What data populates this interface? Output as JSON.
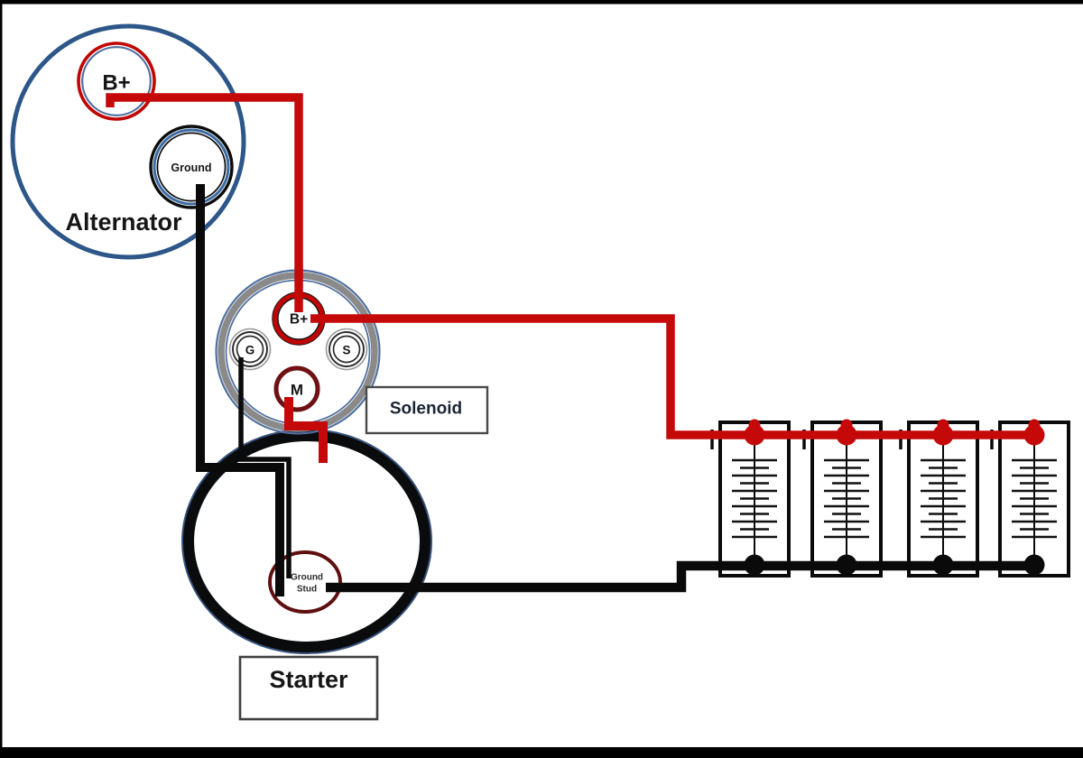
{
  "colors": {
    "wire_positive": "#c50808",
    "wire_ground": "#0a0a0a",
    "terminal_red": "#c00505",
    "terminal_maroon": "#6f1113",
    "ground_stud_maroon": "#5f0f10",
    "alternator_blue": "#2d5689",
    "accent_blue": "#51709f",
    "solenoid_gray": "#8a8a8a",
    "starter_black": "#0a0b0d"
  },
  "alternator": {
    "label": "Alternator",
    "terminal_b_plus": "B+",
    "terminal_ground": "Ground"
  },
  "solenoid": {
    "label": "Solenoid",
    "terminal_b_plus": "B+",
    "terminal_g": "G",
    "terminal_s": "S",
    "terminal_m": "M"
  },
  "starter": {
    "label": "Starter",
    "ground_stud": [
      "Ground",
      "Stud"
    ]
  },
  "battery_bank": {
    "count": 4
  }
}
